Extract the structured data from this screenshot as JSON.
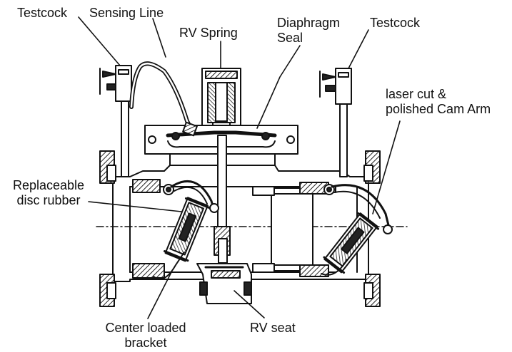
{
  "labels": {
    "testcock_left": "Testcock",
    "sensing_line": "Sensing Line",
    "rv_spring": "RV Spring",
    "diaphragm_seal_1": "Diaphragm",
    "diaphragm_seal_2": "Seal",
    "testcock_right": "Testcock",
    "cam_arm_1": "laser cut &",
    "cam_arm_2": "polished Cam Arm",
    "disc_rubber_1": "Replaceable",
    "disc_rubber_2": "disc rubber",
    "center_bracket_1": "Center loaded",
    "center_bracket_2": "bracket",
    "rv_seat": "RV seat"
  },
  "colors": {
    "ink": "#111111",
    "hatch": "#333333",
    "paper": "#ffffff",
    "fill_dark": "#2a2a2a"
  }
}
